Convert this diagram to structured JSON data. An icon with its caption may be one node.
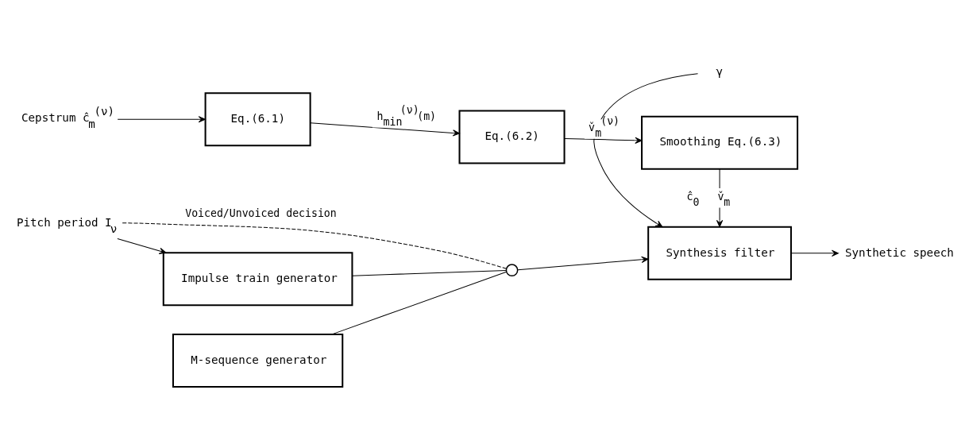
{
  "diagram": {
    "nodes": [
      {
        "text": [
          "Pitch period I$_{ν}$"
        ]
      },
      {
        "text": [
          "Impulse train generator"
        ]
      },
      {
        "text": [
          "M-sequence generator"
        ]
      },
      {
        "text": [],
        "shape": "circle"
      },
      {
        "text": [
          "Synthesis filter"
        ]
      },
      {
        "text": [
          "Synthetic speech"
        ]
      },
      {
        "text": [
          "γ"
        ]
      },
      {
        "text": [
          "Cepstrum ĉ$_{m}$$^{(ν)}$"
        ]
      },
      {
        "text": [
          "Eq.(6.1)"
        ]
      },
      {
        "text": [
          "Eq.(6.2)"
        ]
      },
      {
        "text": [
          "Smoothing Eq.(6.3)"
        ]
      }
    ],
    "edges": [
      {
        "from": 0,
        "to": 1,
        "arrow": "to"
      },
      {
        "from": 0,
        "to": 3,
        "arrow": "none",
        "style": "dashed",
        "label": "Voiced/Unvoiced decision"
      },
      {
        "from": 1,
        "to": 3,
        "arrow": "none"
      },
      {
        "from": 2,
        "to": 3,
        "arrow": "none"
      },
      {
        "from": 3,
        "to": 4,
        "arrow": "to"
      },
      {
        "from": 4,
        "to": 5,
        "arrow": "to"
      },
      {
        "from": 6,
        "to": 4,
        "arrow": "to"
      },
      {
        "from": 7,
        "to": 8,
        "arrow": "to"
      },
      {
        "from": 8,
        "to": 9,
        "arrow": "to",
        "label": "h$_{min}$$^{(ν)}$(m)"
      },
      {
        "from": 9,
        "to": 10,
        "arrow": "to",
        "label": "v̌$_{m}$$^{(ν)}$"
      },
      {
        "from": 10,
        "to": 4,
        "arrow": "to",
        "label": "ĉ$_{0}$ v̌$_{m}$"
      }
    ]
  }
}
